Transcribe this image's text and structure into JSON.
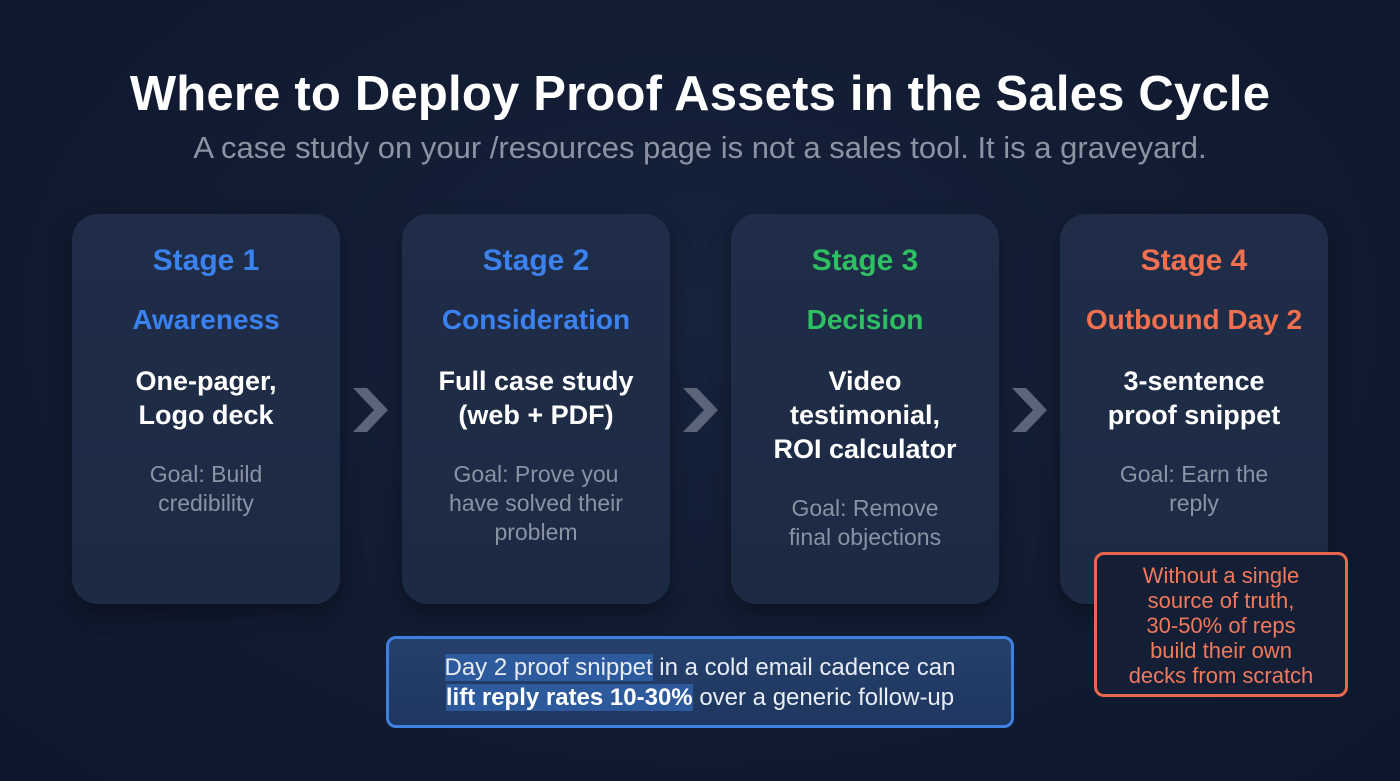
{
  "header": {
    "title": "Where to Deploy Proof Assets in the Sales Cycle",
    "subtitle": "A case study on your /resources page is not a sales tool. It is a graveyard."
  },
  "colors": {
    "background": "#111c33",
    "card": "#1e2c46",
    "blue": "#3b82f0",
    "green": "#2fbf63",
    "orange": "#f0704f",
    "goal_text": "#8a93a4",
    "arrow": "#5b6478"
  },
  "stages": [
    {
      "stage": "Stage 1",
      "phase": "Awareness",
      "asset_lines": [
        "One-pager,",
        "Logo deck"
      ],
      "goal_lines": [
        "Goal: Build",
        "credibility"
      ],
      "color": "#3b82f0"
    },
    {
      "stage": "Stage 2",
      "phase": "Consideration",
      "asset_lines": [
        "Full case study",
        "(web + PDF)"
      ],
      "goal_lines": [
        "Goal: Prove you",
        "have solved their",
        "problem"
      ],
      "color": "#3b82f0"
    },
    {
      "stage": "Stage 3",
      "phase": "Decision",
      "asset_lines": [
        "Video",
        "testimonial,",
        "ROI calculator"
      ],
      "goal_lines": [
        "Goal: Remove",
        "final objections"
      ],
      "color": "#2fbf63"
    },
    {
      "stage": "Stage 4",
      "phase": "Outbound Day 2",
      "asset_lines": [
        "3-sentence",
        "proof snippet"
      ],
      "goal_lines": [
        "Goal: Earn the",
        "reply"
      ],
      "color": "#f0704f"
    }
  ],
  "arrows": [
    "chevron-right",
    "chevron-right",
    "chevron-right"
  ],
  "callout_main": {
    "part1_highlight": "Day 2 proof snippet",
    "part1_rest": " in a cold email cadence can",
    "part2_bold": "lift reply rates 10-30%",
    "part2_rest": " over a generic follow-up"
  },
  "callout_warning": {
    "lines": [
      "Without a single",
      "source of truth,",
      "30-50% of reps",
      "build their own",
      "decks from scratch"
    ]
  }
}
